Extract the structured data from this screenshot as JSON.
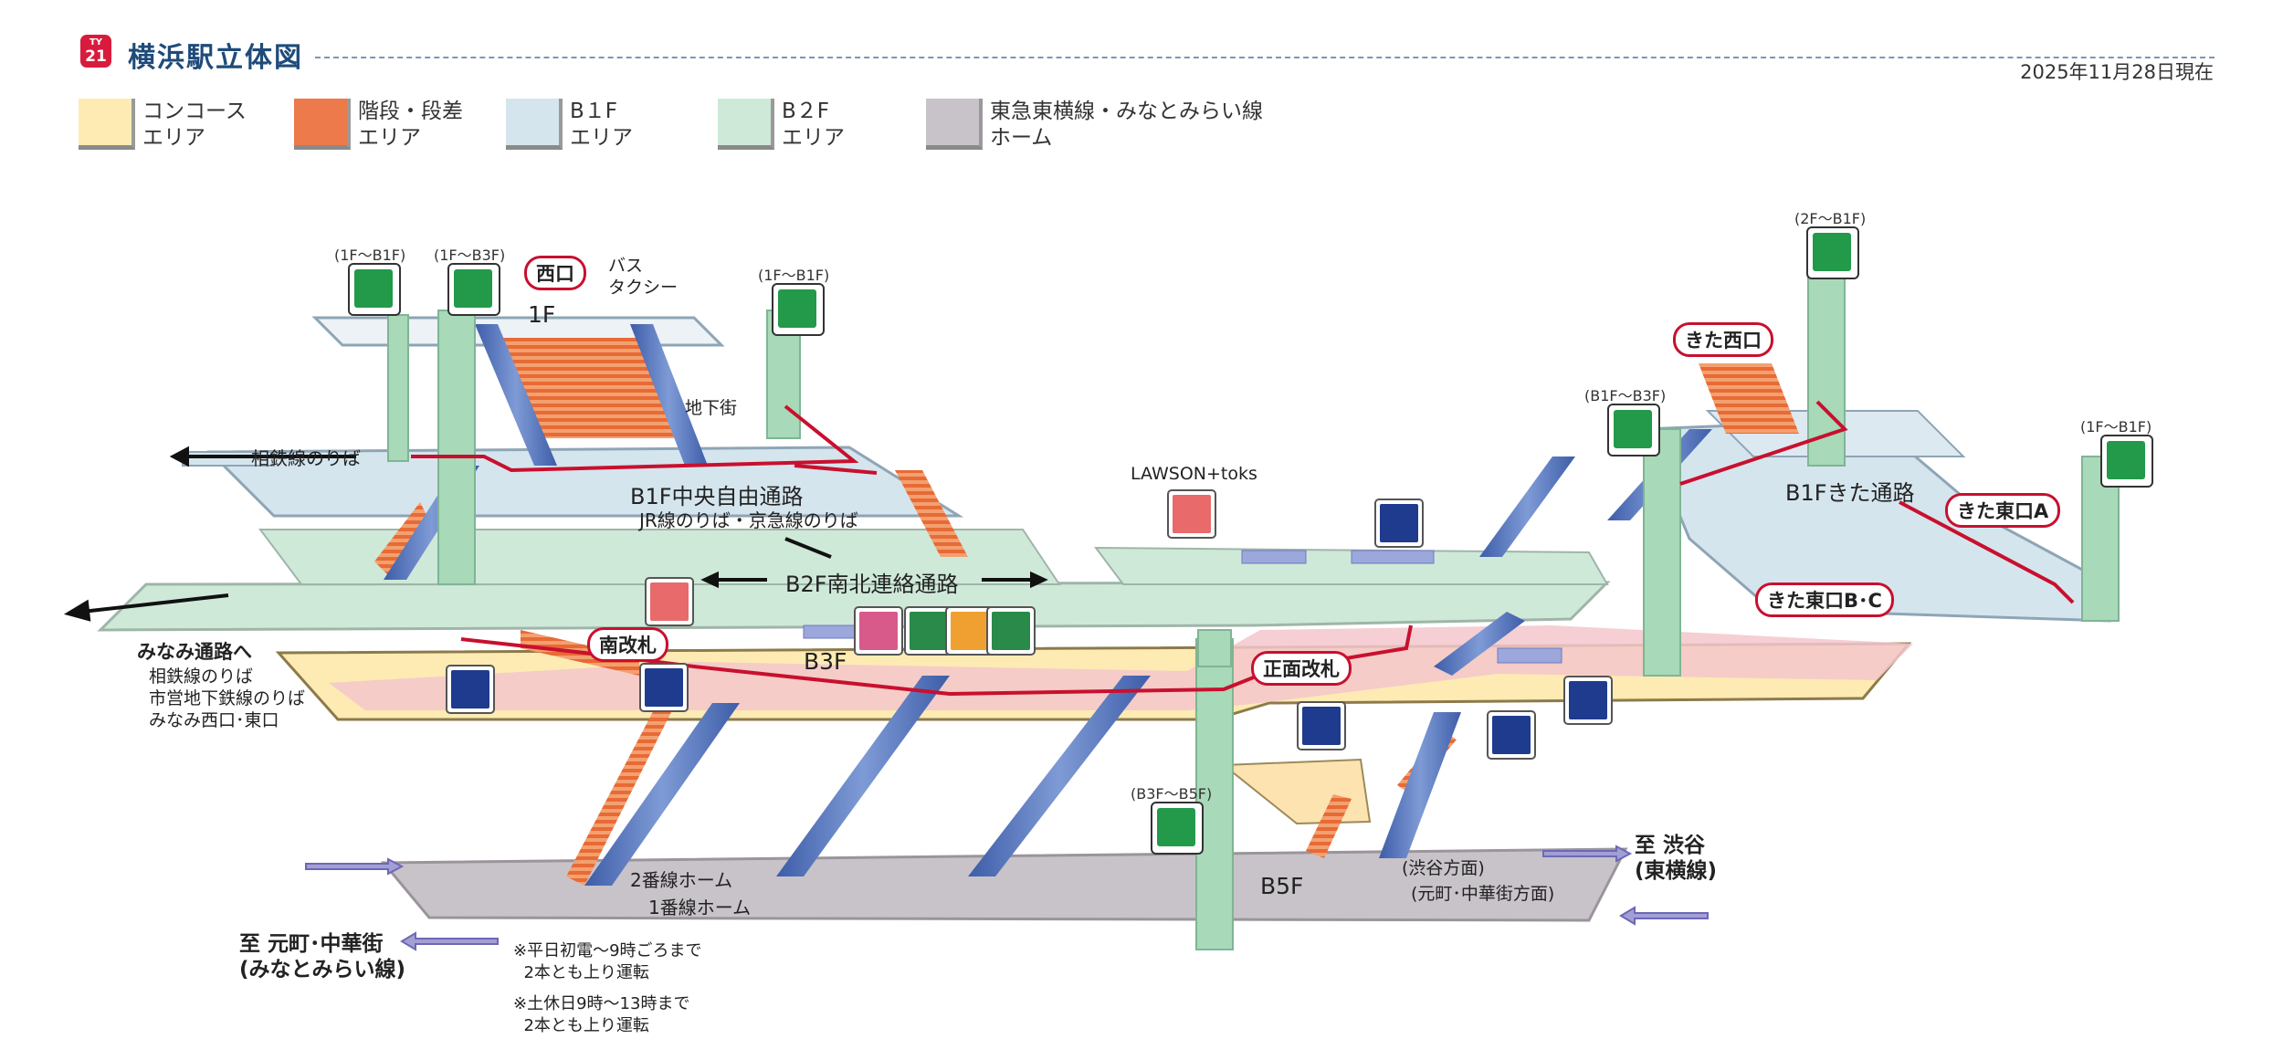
{
  "header": {
    "line_badge_top": "TY",
    "line_badge_num": "21",
    "title": "横浜駅立体図",
    "date": "2025年11月28日現在"
  },
  "legend": [
    {
      "line1": "コンコース",
      "line2": "エリア",
      "color": "#fdebb3"
    },
    {
      "line1": "階段・段差",
      "line2": "エリア",
      "color": "#ec7a4a"
    },
    {
      "line1": "B１F",
      "line2": "エリア",
      "color": "#d5e5ee"
    },
    {
      "line1": "B２F",
      "line2": "エリア",
      "color": "#cfe9d9"
    },
    {
      "line1": "東急東横線・みなとみらい線",
      "line2": "ホーム",
      "color": "#c8c3c9"
    }
  ],
  "floors": {
    "f1": "1F",
    "b1_passage": "B1F中央自由通路",
    "b1_sub": "JR線のりば・京急線のりば",
    "b2_passage": "B2F南北連絡通路",
    "b3": "B3F",
    "b5": "B5F",
    "b1_north": "B1Fきた通路"
  },
  "gates": {
    "nishiguchi": "西口",
    "kitanishi": "きた西口",
    "kitahigashi_a": "きた東口A",
    "kitahigashi_bc": "きた東口B･C",
    "minami": "南改札",
    "shomen": "正面改札"
  },
  "labels": {
    "bus": "バス",
    "taxi": "タクシー",
    "chikagai": "地下街",
    "sotetsu": "相鉄線のりば",
    "lawson": "LAWSON+toks",
    "minami_passage": "みなみ通路へ",
    "minami_sub1": "相鉄線のりば",
    "minami_sub2": "市営地下鉄線のりば",
    "minami_sub3": "みなみ西口･東口",
    "platform2": "2番線ホーム",
    "platform1": "1番線ホーム",
    "shibuya_dir": "(渋谷方面)",
    "motomachi_dir": "(元町･中華街方面)"
  },
  "destinations": {
    "shibuya_1": "至 渋谷",
    "shibuya_2": "(東横線)",
    "motomachi_1": "至 元町･中華街",
    "motomachi_2": "(みなとみらい線)"
  },
  "elevators": {
    "e1": "(1F～B1F)",
    "e2": "(1F～B3F)",
    "e3": "(1F～B1F)",
    "e4": "(2F～B1F)",
    "e5": "(B1F～B3F)",
    "e6": "(1F～B1F)",
    "e7": "(B3F～B5F)"
  },
  "notes": {
    "n1a": "※平日初電～9時ごろまで",
    "n1b": "2本とも上り運転",
    "n2a": "※土休日9時～13時まで",
    "n2b": "2本とも上り運転"
  }
}
